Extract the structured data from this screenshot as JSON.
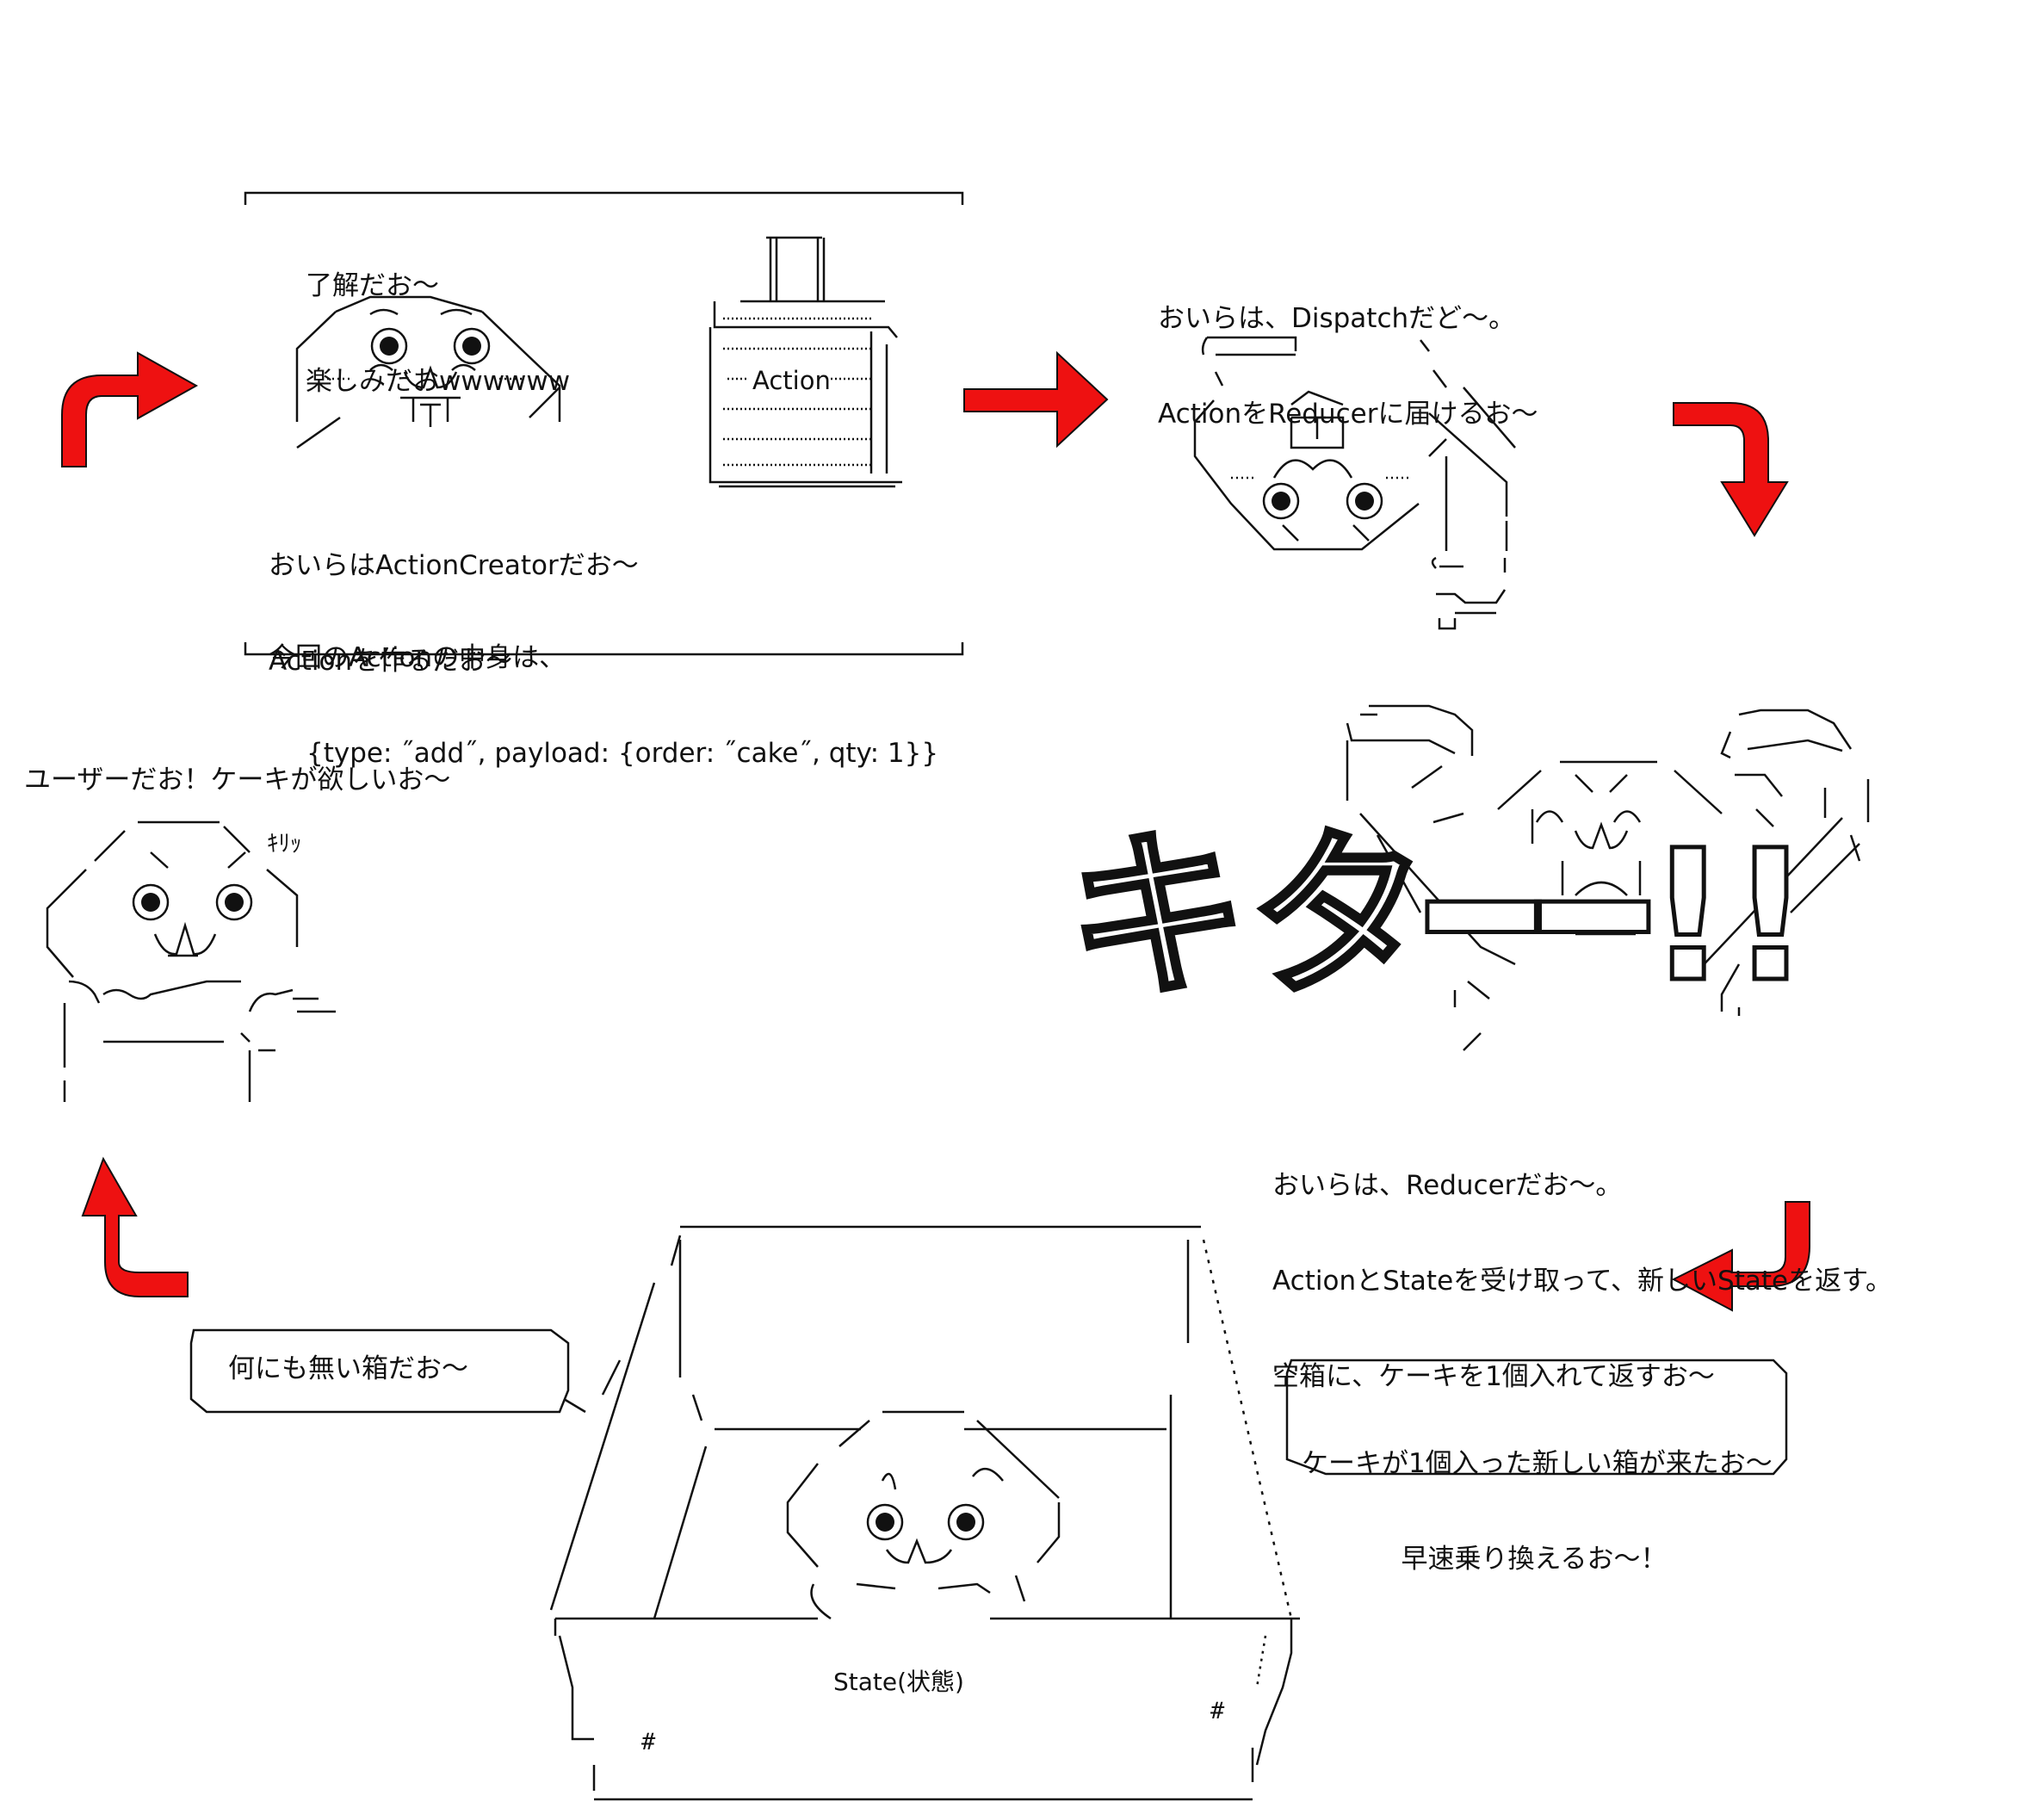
{
  "creator": {
    "speech_lines": [
      "了解だお～",
      "楽しみだおwwwwww"
    ],
    "intro_lines": [
      "おいらはActionCreatorだお～",
      "Actionを作るだお～"
    ],
    "content_title": "今回のActionの中身は、",
    "content_code": "{type: ˝add˝, payload: {order: ˝cake˝, qty: 1}}",
    "cake_label": "Action"
  },
  "dispatch": {
    "lines": [
      "おいらは、Dispatchだど～。",
      "ActionをReducerに届けるお～"
    ]
  },
  "reducer": {
    "shout": "キタ━━!!",
    "lines": [
      "おいらは、Reducerだお～。",
      "ActionとStateを受け取って、新しいStateを返す。",
      "空箱に、ケーキを1個入れて返すお～"
    ]
  },
  "user": {
    "speech": "ユーザーだお！ケーキが欲しいお～",
    "sfx": "ｷﾘｯ"
  },
  "state": {
    "box_label": "State(状態)",
    "bubble_left": "何にも無い箱だお～",
    "bubble_right_lines": [
      "ケーキが1個入った新しい箱が来たお～",
      "早速乗り換えるお～！"
    ],
    "hash_mark": "#"
  },
  "colors": {
    "arrow": "#ee1111",
    "arrow_stroke": "#111111",
    "ink": "#111111"
  }
}
